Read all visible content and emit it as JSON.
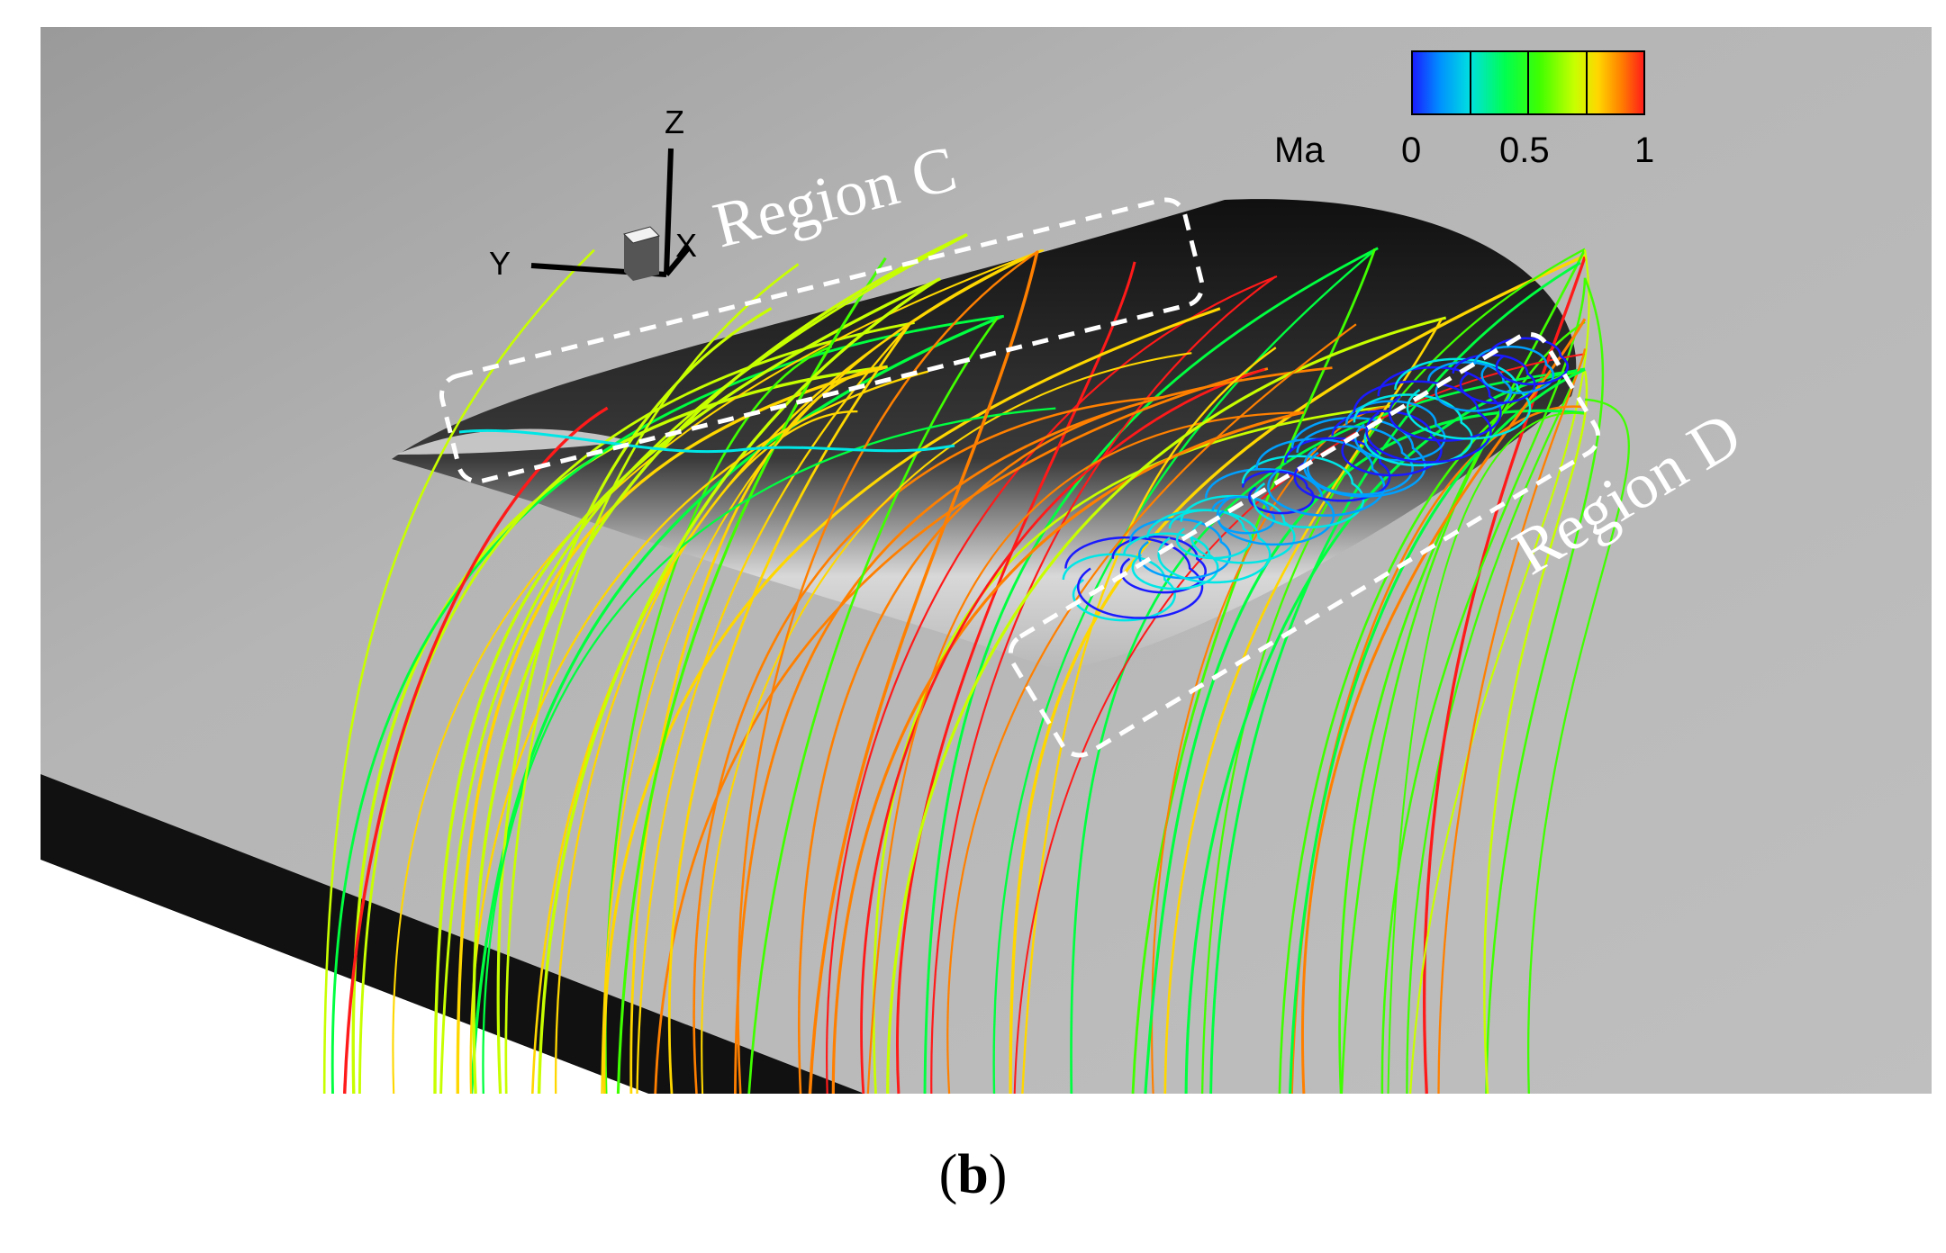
{
  "figure": {
    "colorbar": {
      "variable": "Ma",
      "ticks": [
        "0",
        "0.5",
        "1"
      ],
      "range": [
        0,
        1
      ],
      "colors": [
        "#1a1aff",
        "#00a0ff",
        "#00e6e6",
        "#00ff40",
        "#40ff00",
        "#c8ff00",
        "#ffd700",
        "#ff8000",
        "#ff1a1a"
      ]
    },
    "axes": {
      "z": "Z",
      "y": "Y",
      "x": "X"
    },
    "regions": [
      {
        "label": "Region C"
      },
      {
        "label": "Region D"
      }
    ],
    "caption": {
      "open": "(",
      "letter": "b",
      "close": ")"
    }
  }
}
